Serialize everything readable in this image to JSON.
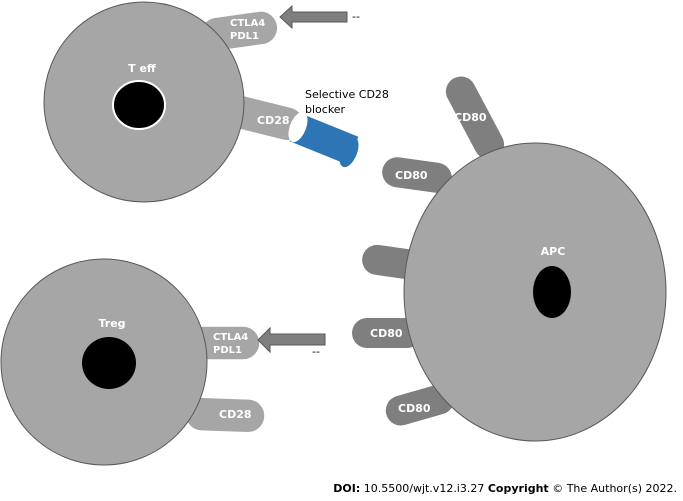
{
  "colors": {
    "cell": "#a6a6a6",
    "receptor": "#a6a6a6",
    "apc_receptor": "#7f7f7f",
    "nucleus": "#000000",
    "blocker": "#2e75b6",
    "arrow": "#7f7f7f",
    "cell_outline": "#595959"
  },
  "cells": {
    "teff": {
      "label": "T eff",
      "receptors": {
        "top": [
          "CTLA4",
          "PDL1"
        ],
        "cd28": "CD28"
      },
      "arrow_sign": "--"
    },
    "treg": {
      "label": "Treg",
      "receptors": {
        "top": [
          "CTLA4",
          "PDL1"
        ],
        "cd28": "CD28"
      },
      "arrow_sign": "--"
    },
    "apc": {
      "label": "APC",
      "receptors": [
        "CD80",
        "CD80",
        "CD80",
        "CD80"
      ]
    }
  },
  "blocker": {
    "line1": "Selective CD28",
    "line2": "blocker"
  },
  "footer": {
    "doi_label": "DOI:",
    "doi_value": "10.5500/wjt.v12.i3.27",
    "copyright_label": "Copyright",
    "copyright_text": "© The Author(s) 2022."
  }
}
